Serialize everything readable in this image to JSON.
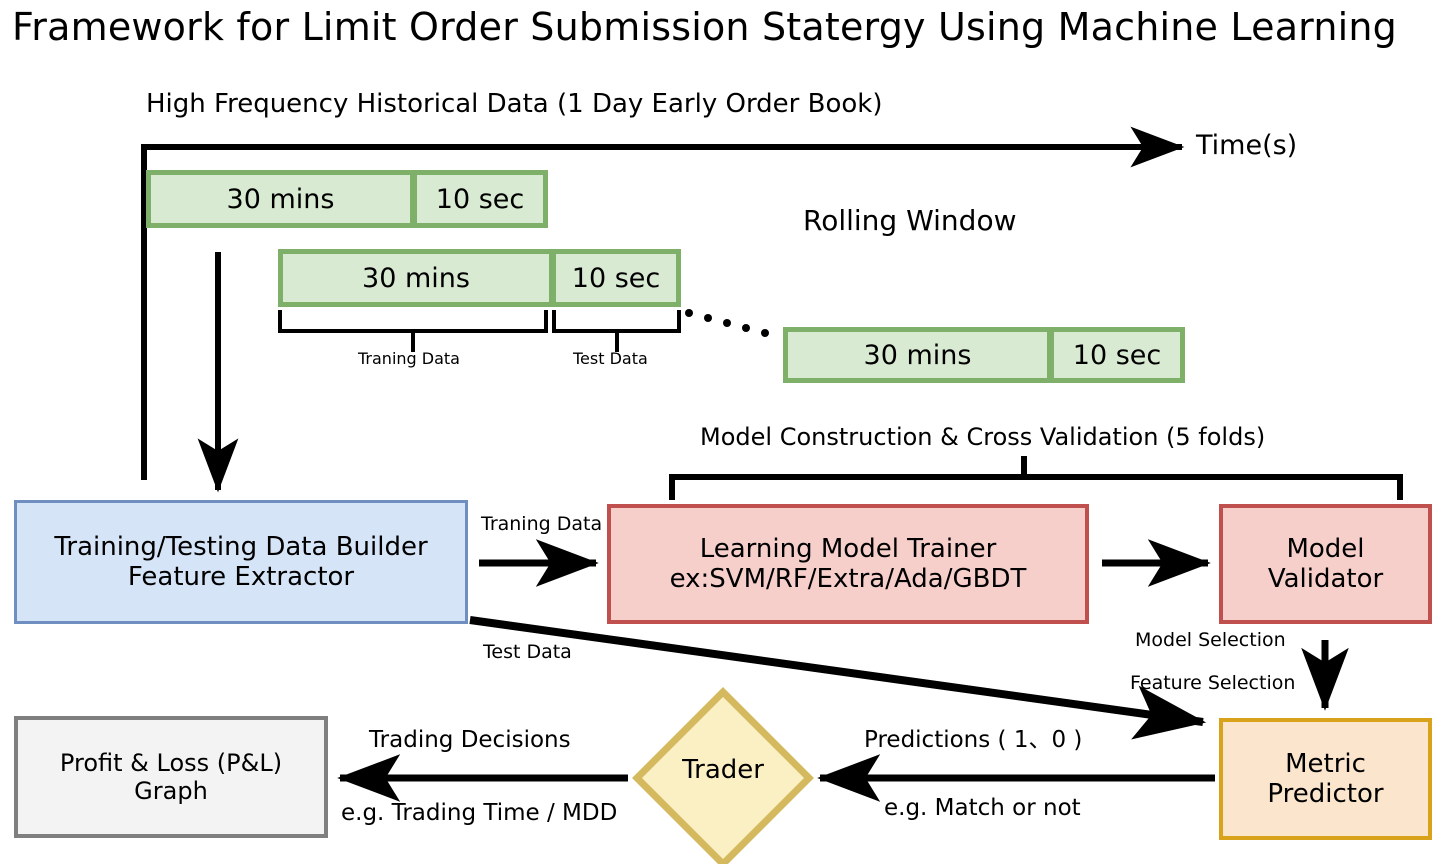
{
  "title": "Framework for Limit Order Submission Statergy Using Machine Learning",
  "timeline": {
    "header": "High Frequency Historical Data (1 Day Early Order Book)",
    "axis_label": "Time(s)",
    "rolling_label": "Rolling Window",
    "windows": [
      {
        "train": "30 mins",
        "test": "10 sec"
      },
      {
        "train": "30 mins",
        "test": "10 sec"
      },
      {
        "train": "30 mins",
        "test": "10 sec"
      }
    ],
    "bracket_labels": {
      "train": "Traning Data",
      "test": "Test Data"
    }
  },
  "nodes": {
    "data_builder": {
      "line1": "Training/Testing Data Builder",
      "line2": "Feature Extractor"
    },
    "model_trainer": {
      "line1": "Learning Model Trainer",
      "line2": "ex:SVM/RF/Extra/Ada/GBDT"
    },
    "model_validator": {
      "line1": "Model",
      "line2": "Validator"
    },
    "metric_predictor": {
      "line1": "Metric",
      "line2": "Predictor"
    },
    "trader": {
      "label": "Trader"
    },
    "pnl": {
      "line1": "Profit & Loss (P&L)",
      "line2": "Graph"
    }
  },
  "edges": {
    "cross_validation": "Model Construction & Cross Validation (5 folds)",
    "training_data": "Traning Data",
    "test_data": "Test Data",
    "model_selection": "Model Selection",
    "feature_selection": "Feature Selection",
    "trading_decisions": "Trading Decisions",
    "trading_decisions_eg": "e.g. Trading Time / MDD",
    "predictions": "Predictions ( 1、0 )",
    "predictions_eg": "e.g. Match or not"
  },
  "colors": {
    "green_fill": "#d9ead3",
    "green_border": "#7fb06a",
    "blue_fill": "#d6e4f7",
    "blue_border": "#6f8fc0",
    "red_fill": "#f6cfcb",
    "red_border": "#c0504d",
    "orange_fill": "#fce5cd",
    "orange_border": "#d9a21b",
    "diamond_fill": "#fbf0c4",
    "diamond_border": "#d4b95e",
    "grey_fill": "#f3f3f3",
    "grey_border": "#7f7f7f",
    "line": "#000000"
  }
}
